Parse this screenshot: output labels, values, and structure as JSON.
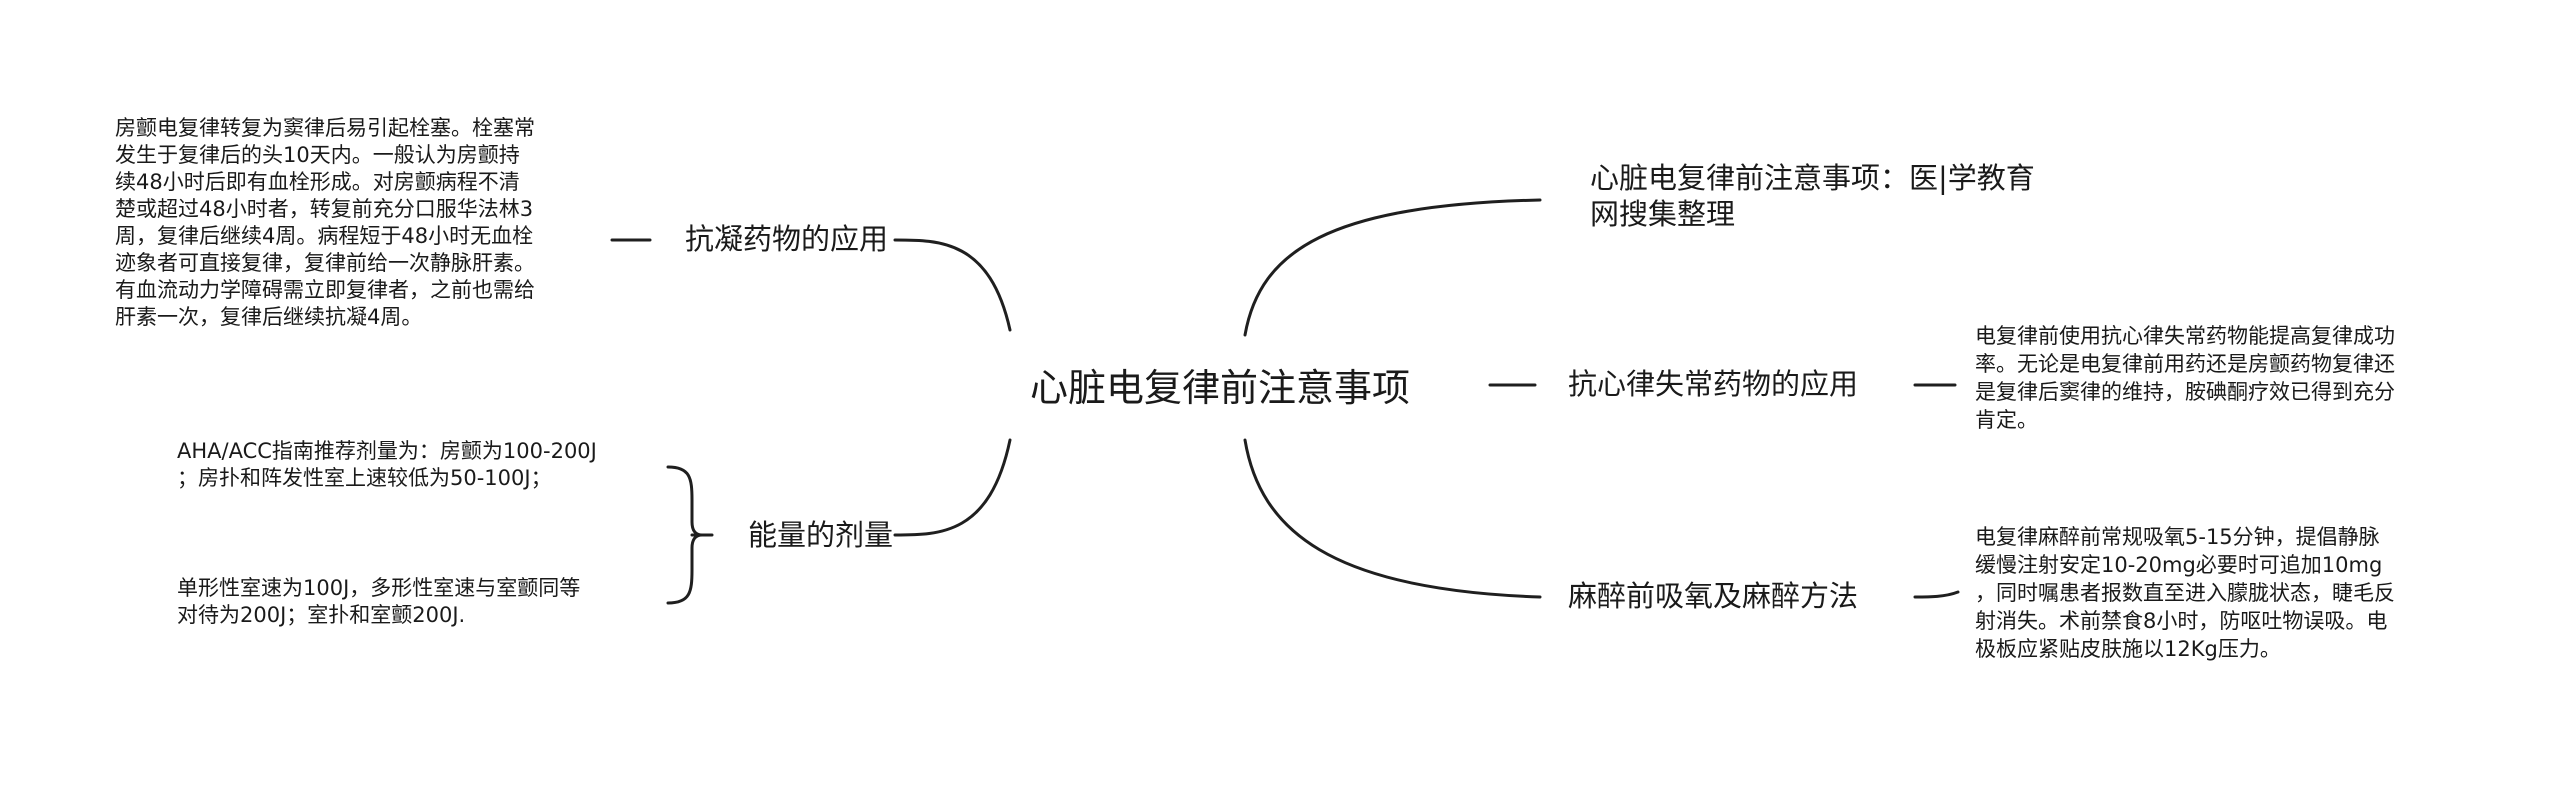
{
  "center": {
    "label": "心脏电复律前注意事项"
  },
  "left": {
    "anticoag": {
      "label": "抗凝药物的应用",
      "detail": "房颤电复律转复为窦律后易引起栓塞。栓塞常\n发生于复律后的头10天内。一般认为房颤持\n续48小时后即有血栓形成。对房颤病程不清\n楚或超过48小时者，转复前充分口服华法林3\n周，复律后继续4周。病程短于48小时无血栓\n迹象者可直接复律，复律前给一次静脉肝素。\n有血流动力学障碍需立即复律者，之前也需给\n肝素一次，复律后继续抗凝4周。"
    },
    "energy": {
      "label": "能量的剂量",
      "detail1": "AHA/ACC指南推荐剂量为：房颤为100-200J\n；房扑和阵发性室上速较低为50-100J；",
      "detail2": "单形性室速为100J，多形性室速与室颤同等\n对待为200J；室扑和室颤200J."
    }
  },
  "right": {
    "source": {
      "label": "心脏电复律前注意事项：医|学教育\n网搜集整理"
    },
    "antiarrhythmic": {
      "label": "抗心律失常药物的应用",
      "detail": "电复律前使用抗心律失常药物能提高复律成功\n率。无论是电复律前用药还是房颤药物复律还\n是复律后窦律的维持，胺碘酮疗效已得到充分\n肯定。"
    },
    "anesthesia": {
      "label": "麻醉前吸氧及麻醉方法",
      "detail": "电复律麻醉前常规吸氧5-15分钟，提倡静脉\n缓慢注射安定10-20mg必要时可追加10mg\n，同时嘱患者报数直至进入朦胧状态，睫毛反\n射消失。术前禁食8小时，防呕吐物误吸。电\n极板应紧贴皮肤施以12Kg压力。"
    }
  },
  "colors": {
    "line": "#1f1f1f",
    "text": "#1a1a1a"
  }
}
